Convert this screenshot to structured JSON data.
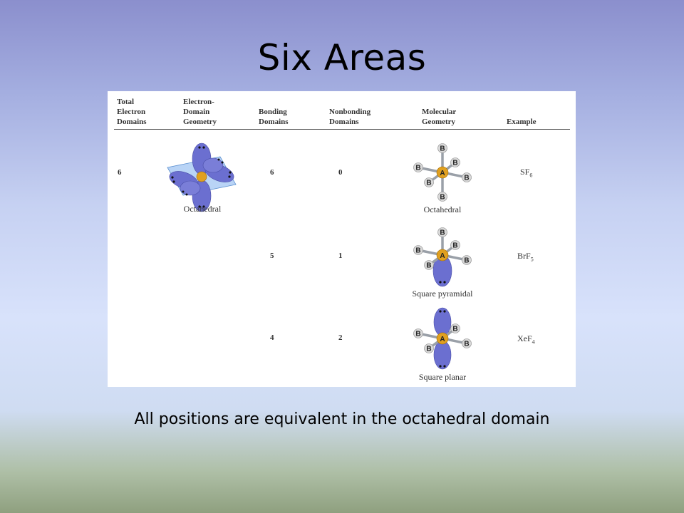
{
  "slide": {
    "title": "Six Areas",
    "footnote": "All positions are equivalent in the octahedral domain"
  },
  "table": {
    "headers": [
      "Total\nElectron\nDomains",
      "Electron-\nDomain\nGeometry",
      "Bonding\nDomains",
      "Nonbonding\nDomains",
      "Molecular\nGeometry",
      "Example"
    ],
    "total_domains": "6",
    "electron_geometry_label": "Octahedral",
    "rows": [
      {
        "bonding": "6",
        "nonbonding": "0",
        "geometry": "Octahedral",
        "example_base": "SF",
        "example_sub": "6"
      },
      {
        "bonding": "5",
        "nonbonding": "1",
        "geometry": "Square pyramidal",
        "example_base": "BrF",
        "example_sub": "5"
      },
      {
        "bonding": "4",
        "nonbonding": "2",
        "geometry": "Square planar",
        "example_base": "XeF",
        "example_sub": "4"
      }
    ],
    "atom_labels": {
      "central": "A",
      "bonded": "B"
    }
  },
  "colors": {
    "lobe": "#6b6fd0",
    "central_atom": "#e0a020",
    "bonded_atom": "#d8d8d8",
    "plane": "#7fb0ee"
  }
}
